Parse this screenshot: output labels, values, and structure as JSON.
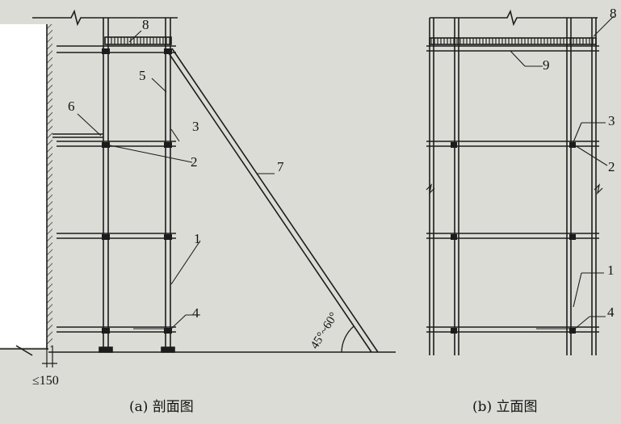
{
  "figure": {
    "caption_left": "(a) 剖面图",
    "caption_right": "(b) 立面图",
    "angle_label": "45°~60°",
    "gap_label": "≤150"
  },
  "left_view": {
    "callouts": [
      {
        "id": "8",
        "text": "8"
      },
      {
        "id": "5",
        "text": "5"
      },
      {
        "id": "6",
        "text": "6"
      },
      {
        "id": "3",
        "text": "3"
      },
      {
        "id": "2",
        "text": "2"
      },
      {
        "id": "7",
        "text": "7"
      },
      {
        "id": "1",
        "text": "1"
      },
      {
        "id": "4",
        "text": "4"
      }
    ]
  },
  "right_view": {
    "callouts": [
      {
        "id": "8",
        "text": "8"
      },
      {
        "id": "9",
        "text": "9"
      },
      {
        "id": "3",
        "text": "3"
      },
      {
        "id": "2",
        "text": "2"
      },
      {
        "id": "1",
        "text": "1"
      },
      {
        "id": "4",
        "text": "4"
      }
    ]
  }
}
